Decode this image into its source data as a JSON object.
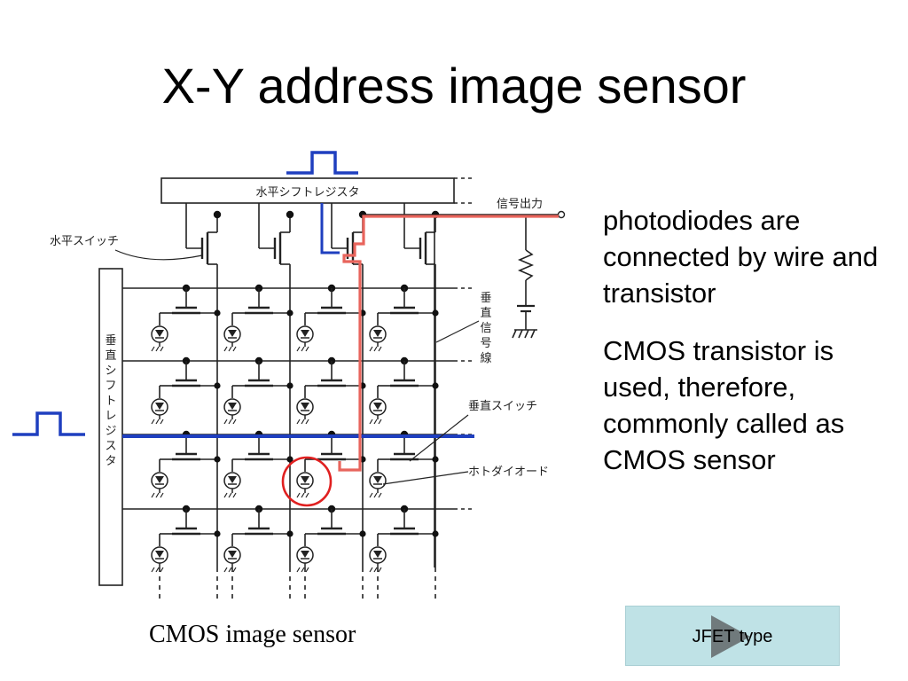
{
  "slide": {
    "title": "X-Y address image sensor",
    "bullets": [
      "photodiodes are connected by wire and transistor",
      "CMOS transistor is used, therefore, commonly called as CMOS sensor"
    ],
    "caption": "CMOS image sensor"
  },
  "diagram": {
    "labels": {
      "horizontal_shift_register": "水平シフトレジスタ",
      "signal_output": "信号出力",
      "horizontal_switch": "水平スイッチ",
      "vertical_shift_register": "垂直シフトレジスタ",
      "vertical_signal_line": "垂直信号線",
      "vertical_switch": "垂直スイッチ",
      "photodiode": "ホトダイオード"
    },
    "colors": {
      "horizontal_pulse": "#1f3fbf",
      "signal_path": "#e8645c",
      "highlight_circle": "#e02020"
    }
  },
  "buttons": {
    "jfet": "JFET type"
  }
}
